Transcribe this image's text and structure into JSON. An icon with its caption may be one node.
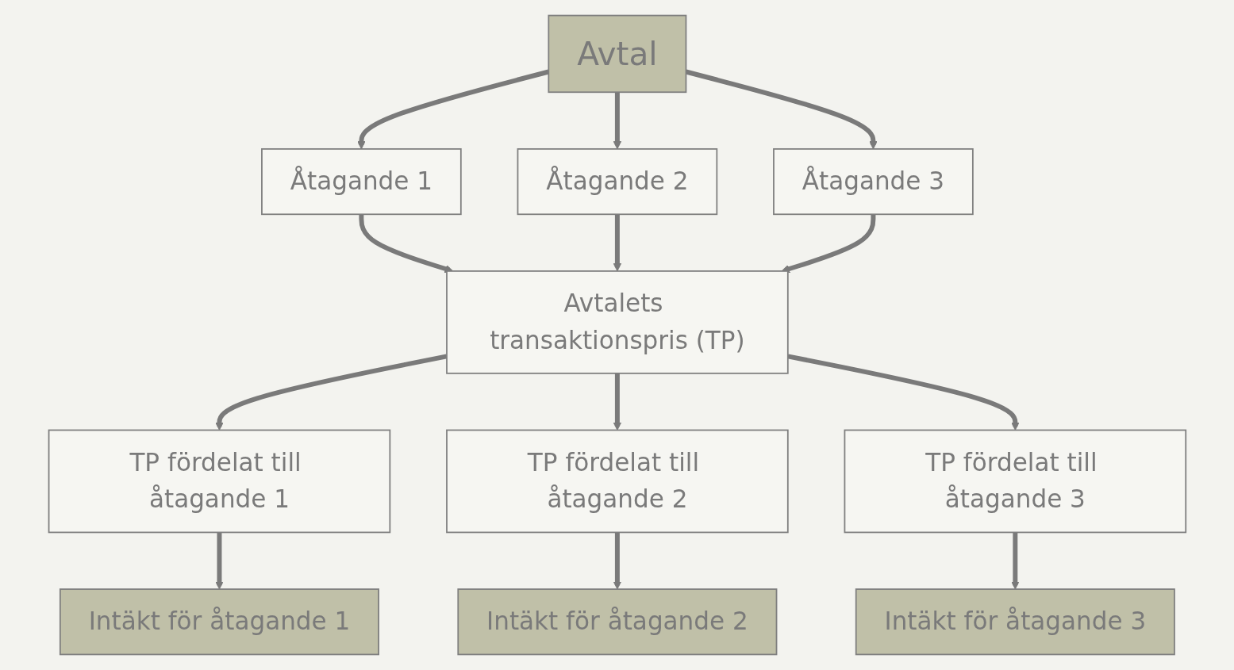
{
  "diagram": {
    "nodes": [
      {
        "text": [
          "Avtal"
        ]
      },
      {
        "text": [
          "Åtagande 1"
        ]
      },
      {
        "text": [
          "Åtagande 2"
        ]
      },
      {
        "text": [
          "Åtagande 3"
        ]
      },
      {
        "text": [
          "Avtalets transaktionspris (TP)"
        ]
      },
      {
        "text": [
          "TP fördelat till åtagande 1"
        ]
      },
      {
        "text": [
          "TP fördelat till åtagande 2"
        ]
      },
      {
        "text": [
          "TP fördelat till åtagande 3"
        ]
      },
      {
        "text": [
          "Intäkt för åtagande 1"
        ]
      },
      {
        "text": [
          "Intäkt för åtagande 2"
        ]
      },
      {
        "text": [
          "Intäkt för åtagande 3"
        ]
      }
    ],
    "edges": [
      {
        "from": 0,
        "to": 1,
        "arrow": "to"
      },
      {
        "from": 0,
        "to": 2,
        "arrow": "to"
      },
      {
        "from": 0,
        "to": 3,
        "arrow": "to"
      },
      {
        "from": 1,
        "to": 4,
        "arrow": "to"
      },
      {
        "from": 2,
        "to": 4,
        "arrow": "to"
      },
      {
        "from": 3,
        "to": 4,
        "arrow": "to"
      },
      {
        "from": 4,
        "to": 5,
        "arrow": "to"
      },
      {
        "from": 4,
        "to": 6,
        "arrow": "to"
      },
      {
        "from": 4,
        "to": 7,
        "arrow": "to"
      },
      {
        "from": 5,
        "to": 8,
        "arrow": "to"
      },
      {
        "from": 6,
        "to": 9,
        "arrow": "to"
      },
      {
        "from": 7,
        "to": 10,
        "arrow": "to"
      }
    ]
  }
}
